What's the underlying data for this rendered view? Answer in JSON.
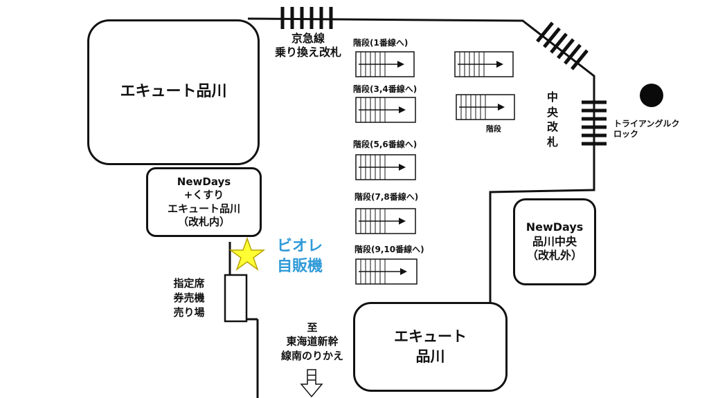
{
  "map": {
    "ekyute_nw": "エキュート品川",
    "ekyute_s": "エキュート\n品川",
    "newdays_inside": "NewDays\n+くすり\nエキュート品川\n（改札内）",
    "newdays_outside": "NewDays\n品川中央\n（改札外）",
    "keikyu_gate": "京急線\n乗り換え改札",
    "central_gate": "中\n央\n改\n札",
    "triangle_clock": "トライアングルク\nロック",
    "vending": "ビオレ\n自販機",
    "reserved_ticket": "指定席\n券売機\n売り場",
    "shinkansen": "至\n東海道新幹\n線南のりかえ",
    "stairs": [
      {
        "label": "階段(1番線へ)"
      },
      {
        "label": "階段(3,4番線へ)"
      },
      {
        "label": "階段(5,6番線へ)"
      },
      {
        "label": "階段(7,8番線へ)"
      },
      {
        "label": "階段(9,10番線へ)"
      }
    ],
    "stairs_right_label": "階段",
    "colors": {
      "line": "#111111",
      "star": "#ffff33",
      "star_outline": "#b8a400",
      "vending_text": "#2f9ad8",
      "clock_dot": "#0a0a0a"
    }
  }
}
